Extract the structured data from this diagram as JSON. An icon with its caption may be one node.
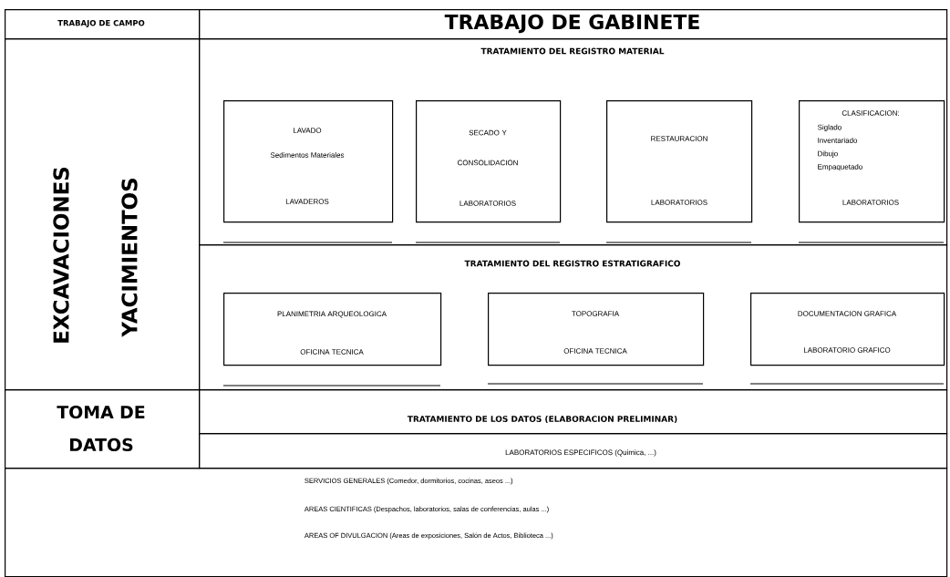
{
  "diagram": {
    "nodes": [
      {
        "text": [
          "TRABAJO DE CAMPO"
        ]
      },
      {
        "text": [
          "TRABAJO DE GABINETE"
        ]
      },
      {
        "text": [
          "EXCAVACIONES",
          "YACIMIENTOS"
        ]
      },
      {
        "text": [
          "TRATAMIENTO DEL REGISTRO MATERIAL"
        ]
      },
      {
        "text": [
          "LAVADO",
          "Sedimentos Materiales",
          "LAVADEROS"
        ],
        "in": 3
      },
      {
        "text": [
          "SECADO Y CONSOLIDACION",
          "LABORATORIOS"
        ],
        "in": 3
      },
      {
        "text": [
          "RESTAURACION",
          "LABORATORIOS"
        ],
        "in": 3
      },
      {
        "text": [
          "CLASIFICACION:",
          "Siglado Inventariado Dibujo Empaquetado",
          "LABORATORIOS"
        ],
        "in": 3
      },
      {
        "text": [
          "TRATAMIENTO DEL REGISTRO ESTRATIGRAFICO"
        ]
      },
      {
        "text": [
          "PLANIMETRIA ARQUEOLOGICA",
          "OFICINA TECNICA"
        ],
        "in": 8
      },
      {
        "text": [
          "TOPOGRAFIA",
          "OFICINA TECNICA"
        ],
        "in": 8
      },
      {
        "text": [
          "DOCUMENTACION GRAFICA",
          "LABORATORIO GRAFICO"
        ],
        "in": 8
      },
      {
        "text": [
          "TOMA DE DATOS"
        ]
      },
      {
        "text": [
          "TRATAMIENTO DE LOS DATOS (ELABORACION PRELIMINAR)"
        ]
      },
      {
        "text": [
          "LABORATORIOS ESPECIFICOS (Quimica, ...)"
        ]
      },
      {
        "text": [
          "SERVICIOS GENERALES (Comedor, dormitorios, cocinas, aseos ...)",
          "AREAS CIENTIFICAS (Despachos, laboratorios, salas de conferencias, aulas ...)",
          "AREAS OF DIVULGACION (Areas de exposiciones, Salón de Actos, Biblioteca ...)"
        ]
      }
    ]
  }
}
